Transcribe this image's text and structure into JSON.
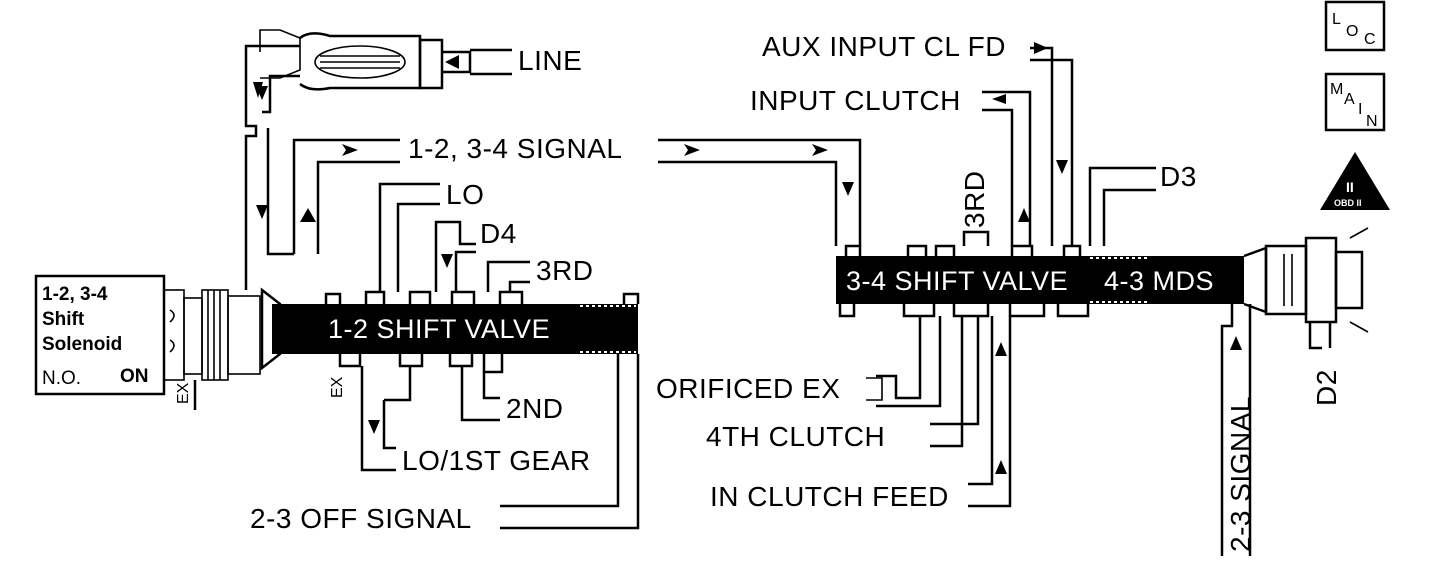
{
  "solenoid": {
    "line1": "1-2, 3-4",
    "line2": "Shift",
    "line3": "Solenoid",
    "state_left": "N.O.",
    "state_right": "ON"
  },
  "valves": {
    "v12": "1-2 SHIFT VALVE",
    "v34": "3-4 SHIFT VALVE",
    "mds": "4-3 MDS"
  },
  "labels": {
    "line": "LINE",
    "signal": "1-2, 3-4 SIGNAL",
    "lo": "LO",
    "d4": "D4",
    "third_left": "3RD",
    "second": "2ND",
    "lo_first": "LO/1ST GEAR",
    "off_signal": "2-3 OFF SIGNAL",
    "ex_left": "EX",
    "ex_mid": "EX",
    "aux": "AUX INPUT CL FD",
    "input_clutch": "INPUT CLUTCH",
    "third_right": "3RD",
    "d3": "D3",
    "orificed": "ORIFICED EX",
    "fourth": "4TH CLUTCH",
    "in_feed": "IN CLUTCH FEED",
    "signal_23": "2-3 SIGNAL",
    "d2": "D2"
  },
  "legend": {
    "loc_l": "L",
    "loc_o": "O",
    "loc_c": "C",
    "main_m": "M",
    "main_a": "A",
    "main_i": "I",
    "main_n": "N",
    "obd_top": "II",
    "obd_bottom": "OBD II"
  }
}
